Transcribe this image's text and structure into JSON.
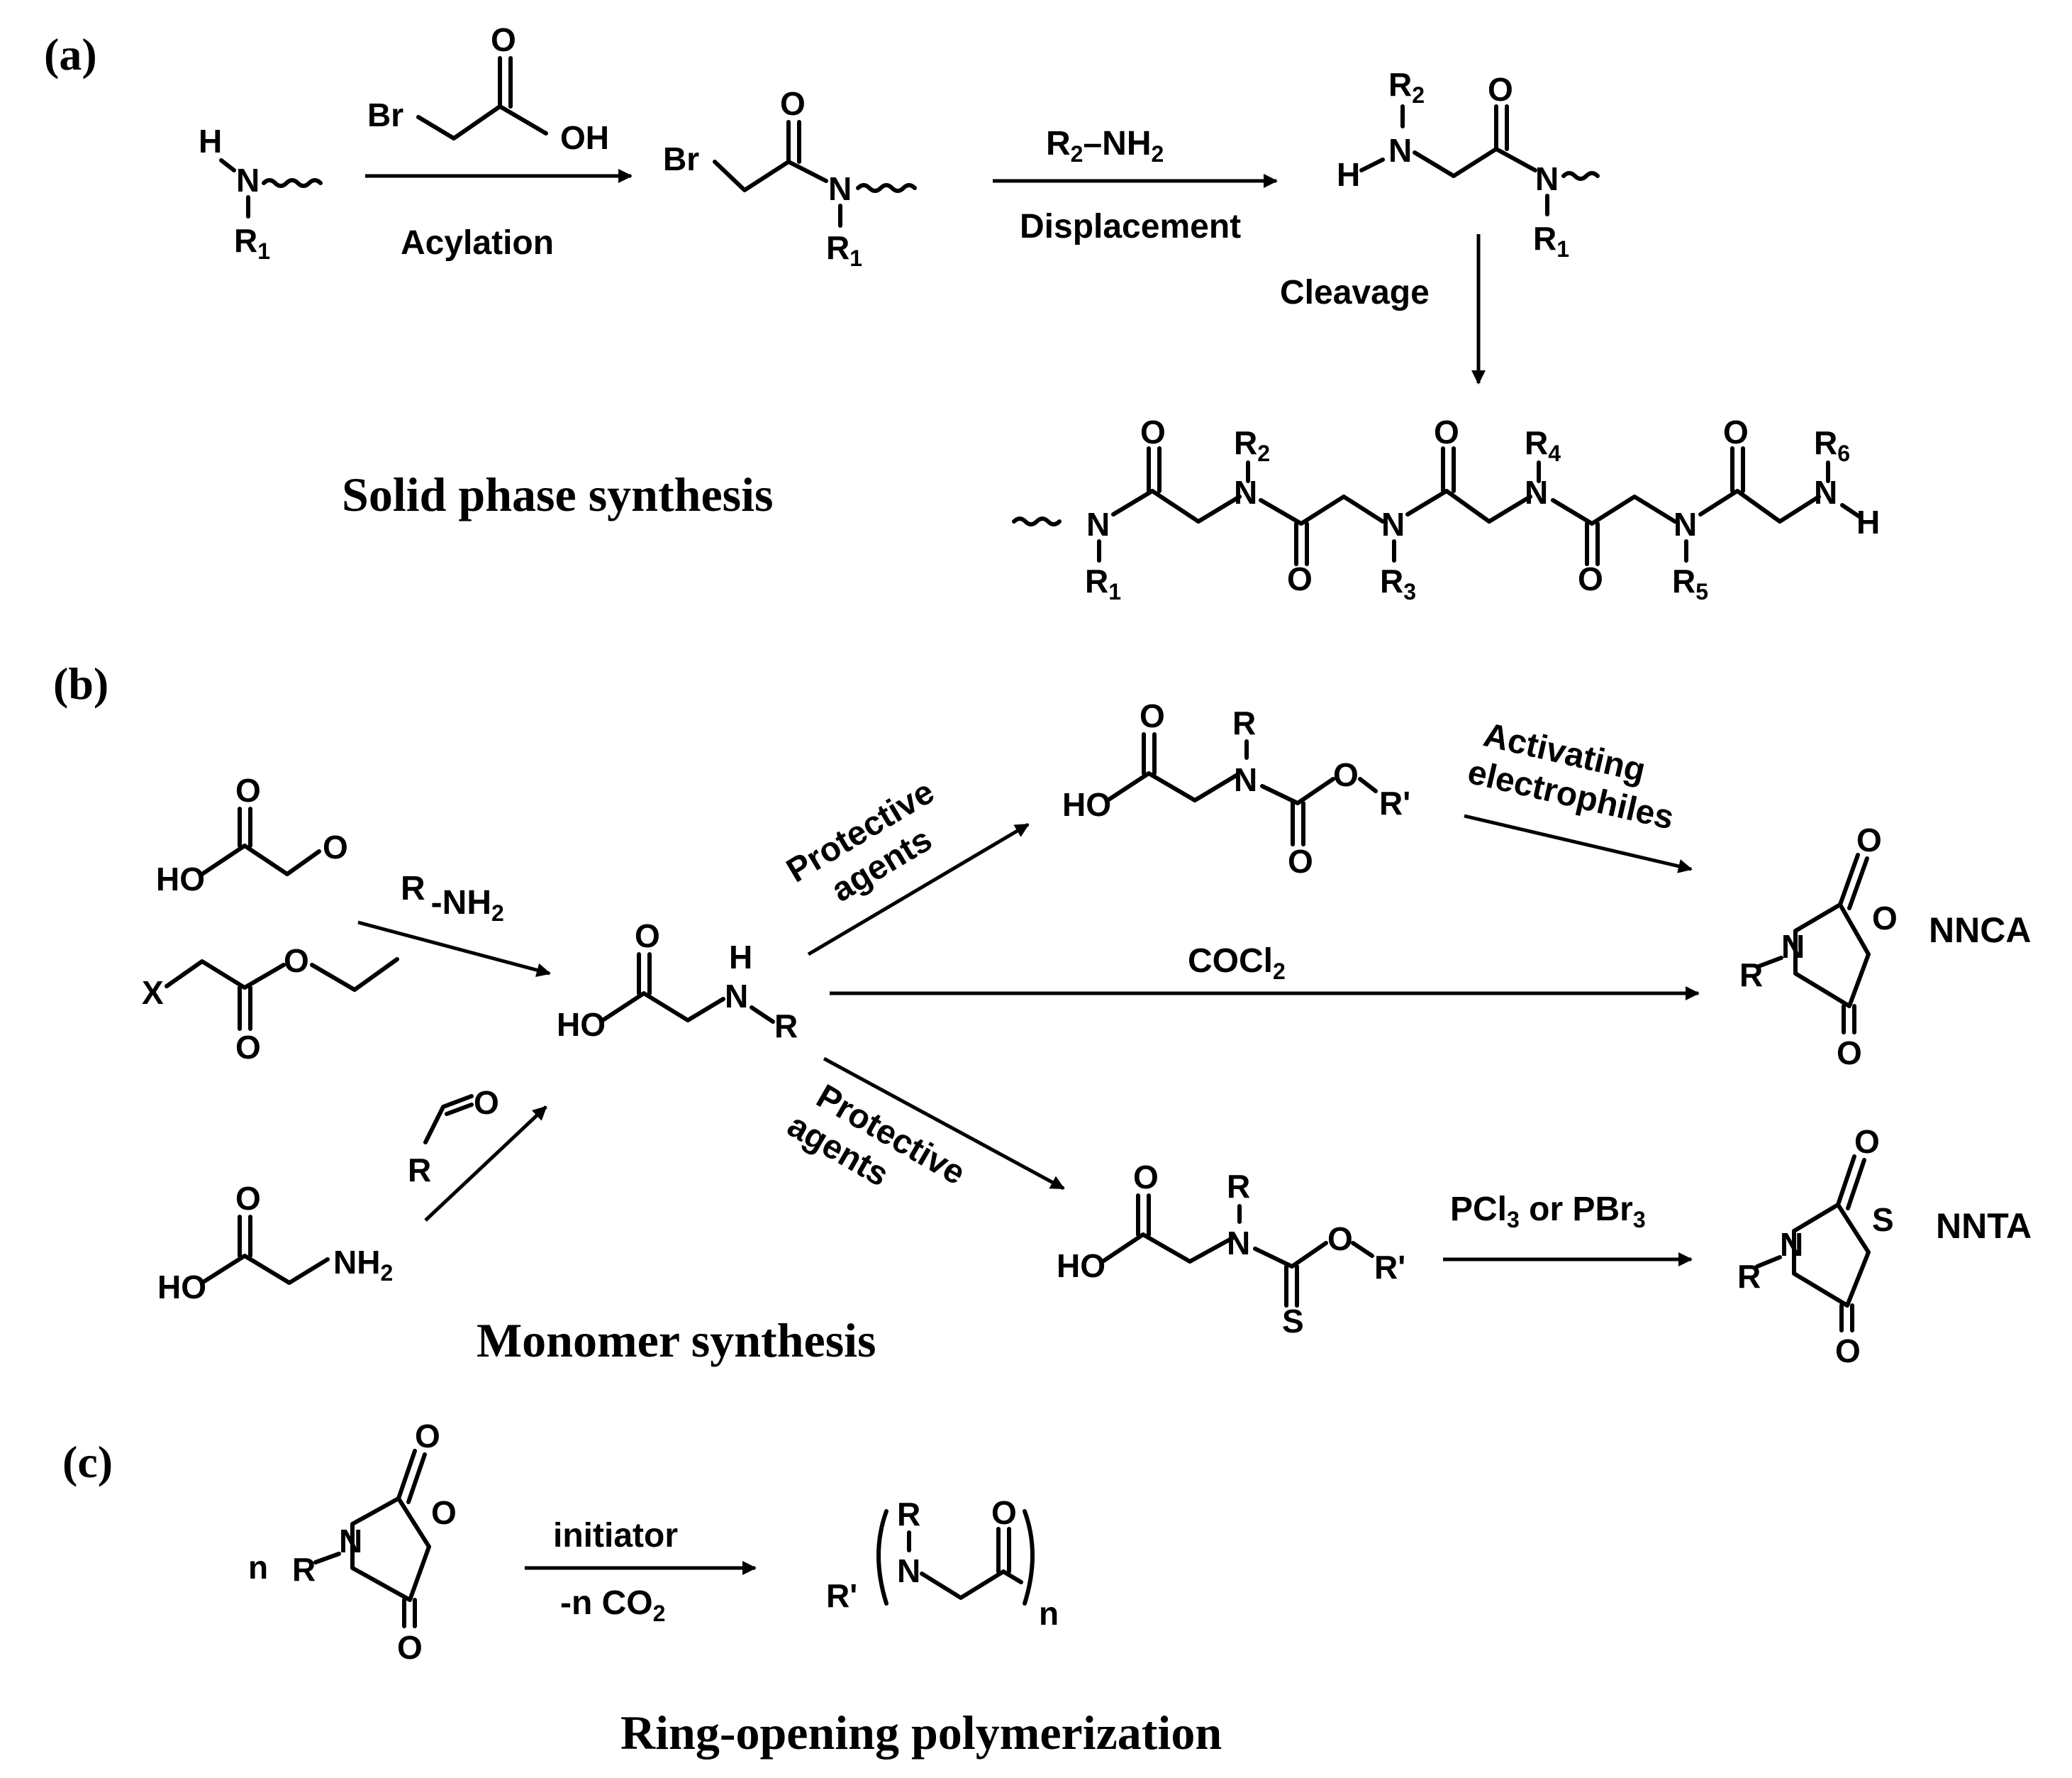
{
  "panels": {
    "a": "(a)",
    "b": "(b)",
    "c": "(c)"
  },
  "titles": {
    "a": "Solid phase synthesis",
    "b": "Monomer synthesis",
    "c": "Ring-opening polymerization"
  },
  "conditions": {
    "acylation": "Acylation",
    "displacement": "Displacement",
    "cleavage": "Cleavage",
    "r2nh2_a": "R",
    "r2nh2_b": "2",
    "r2nh2_c": "–NH",
    "r2nh2_d": "2",
    "rnh2_a": "R",
    "rnh2_b": "-NH",
    "rnh2_c": "2",
    "protective_top_1": "Protective",
    "protective_top_2": "agents",
    "protective_bot_1": "Protective",
    "protective_bot_2": "agents",
    "activating_1": "Activating",
    "activating_2": "electrophiles",
    "cocl2_a": "COCl",
    "cocl2_b": "2",
    "pcl3_a": "PCl",
    "pcl3_b": "3",
    "pcl3_c": " or PBr",
    "pcl3_d": "3",
    "initiator": "initiator",
    "co2_a": "-n CO",
    "co2_b": "2"
  },
  "products": {
    "nnca": "NNCA",
    "nnta": "NNTA"
  },
  "atoms": {
    "H": "H",
    "N": "N",
    "O": "O",
    "S": "S",
    "Br": "Br",
    "OH": "OH",
    "HO": "HO",
    "R": "R",
    "Rp": "R'",
    "X": "X",
    "NH2": "NH",
    "two": "2",
    "n": "n",
    "one": "1",
    "three": "3",
    "four": "4",
    "five": "5",
    "six": "6"
  }
}
